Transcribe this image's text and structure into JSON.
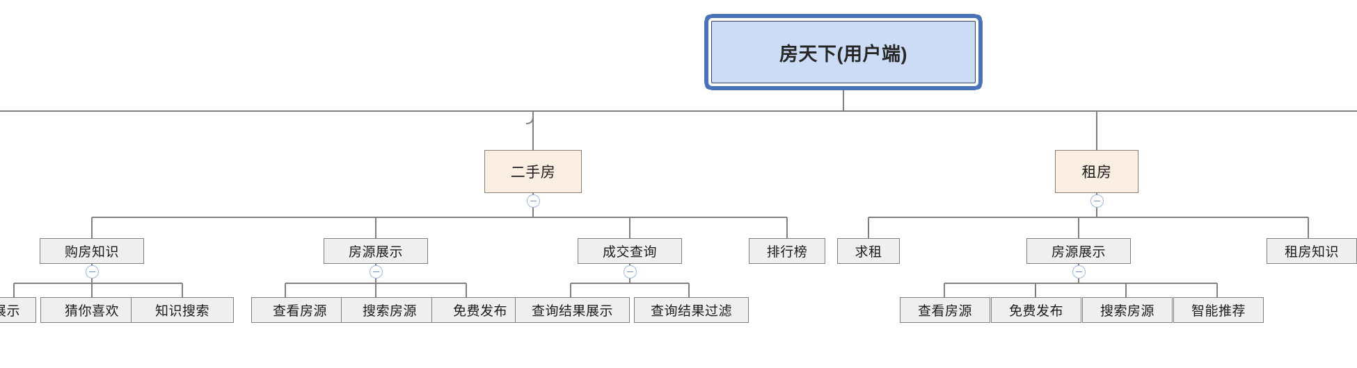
{
  "diagram": {
    "type": "mindmap-tree",
    "title": "房天下(用户端)",
    "orientation": "top-down",
    "colors": {
      "root_fill": "#ccdcf6",
      "root_ring": "#4a72b8",
      "level2_fill": "#fbeee2",
      "level2_border": "#8a7f72",
      "leaf_fill": "#efefef",
      "leaf_border": "#7d7d7d",
      "edge": "#808080",
      "collapse_ring": "#9bb6dd",
      "canvas": "#ffffff"
    },
    "root": {
      "label": "房天下(用户端)"
    },
    "nodes": {
      "ershoufang": {
        "label": "二手房"
      },
      "zufang": {
        "label": "租房"
      },
      "gou_fang_zhishi": {
        "label": "购房知识"
      },
      "fangyuan_zhanshi_left": {
        "label": "房源展示"
      },
      "chengjiao_chaxun": {
        "label": "成交查询"
      },
      "paihangbang": {
        "label": "排行榜"
      },
      "qiuzu": {
        "label": "求租"
      },
      "fangyuan_zhanshi_right": {
        "label": "房源展示"
      },
      "zufang_zhishi": {
        "label": "租房知识"
      },
      "leaf_zhanshi_clipped": {
        "label": "展示"
      },
      "leaf_cainixihuan": {
        "label": "猜你喜欢"
      },
      "leaf_zhishisousuo": {
        "label": "知识搜索"
      },
      "leaf_chakanfangyuan_l": {
        "label": "查看房源"
      },
      "leaf_sousuofangyuan_l": {
        "label": "搜索房源"
      },
      "leaf_mianfeifabu_l": {
        "label": "免费发布"
      },
      "leaf_chaxunjieguozhanshi": {
        "label": "查询结果展示"
      },
      "leaf_chaxunjieguoguolv": {
        "label": "查询结果过滤"
      },
      "leaf_chakanfangyuan_r": {
        "label": "查看房源"
      },
      "leaf_mianfeifabu_r": {
        "label": "免费发布"
      },
      "leaf_sousuofangyuan_r": {
        "label": "搜索房源"
      },
      "leaf_zhinengtuijian": {
        "label": "智能推荐"
      }
    },
    "collapse_toggles": [
      {
        "name": "collapse-ershoufang",
        "symbol": "−"
      },
      {
        "name": "collapse-zufang",
        "symbol": "−"
      },
      {
        "name": "collapse-goufangzhishi",
        "symbol": "−"
      },
      {
        "name": "collapse-fangyuanzhanshi-left",
        "symbol": "−"
      },
      {
        "name": "collapse-chengjiaochaxun",
        "symbol": "−"
      },
      {
        "name": "collapse-fangyuanzhanshi-right",
        "symbol": "−"
      }
    ]
  }
}
